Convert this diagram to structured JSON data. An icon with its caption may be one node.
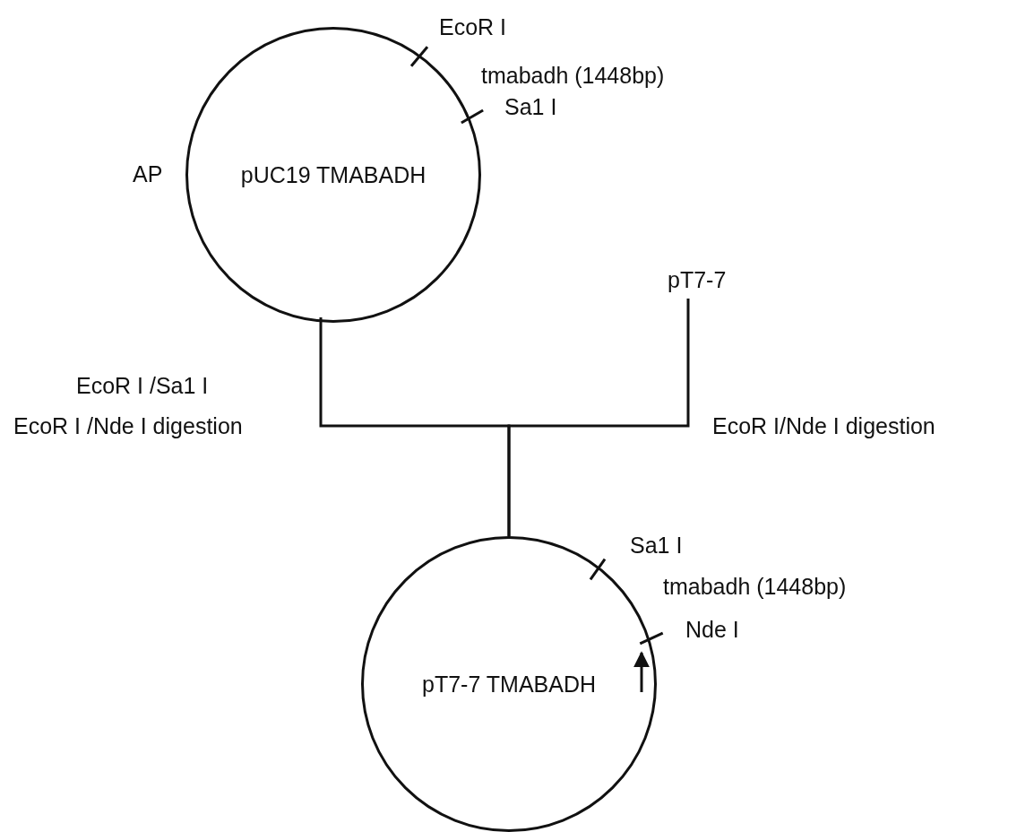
{
  "diagram": {
    "nodes": [
      {
        "text": [
          "pUC19 TMABADH"
        ],
        "beside": [
          "EcoR I",
          "tmabadh (1448bp)",
          "Sa1 I",
          "AP"
        ]
      },
      {
        "text": [
          "pT7-7"
        ]
      },
      {
        "text": [
          "pT7-7 TMABADH"
        ],
        "beside": [
          "Sa1 I",
          "tmabadh (1448bp)",
          "Nde I"
        ]
      }
    ],
    "edges": [
      {
        "from": 0,
        "to": 2,
        "arrow": "none"
      },
      {
        "from": 1,
        "to": 2,
        "arrow": "none"
      }
    ],
    "labels": [
      "EcoR I /Sa1 I",
      "EcoR I /Nde I digestion",
      "EcoR I/Nde I digestion"
    ]
  }
}
